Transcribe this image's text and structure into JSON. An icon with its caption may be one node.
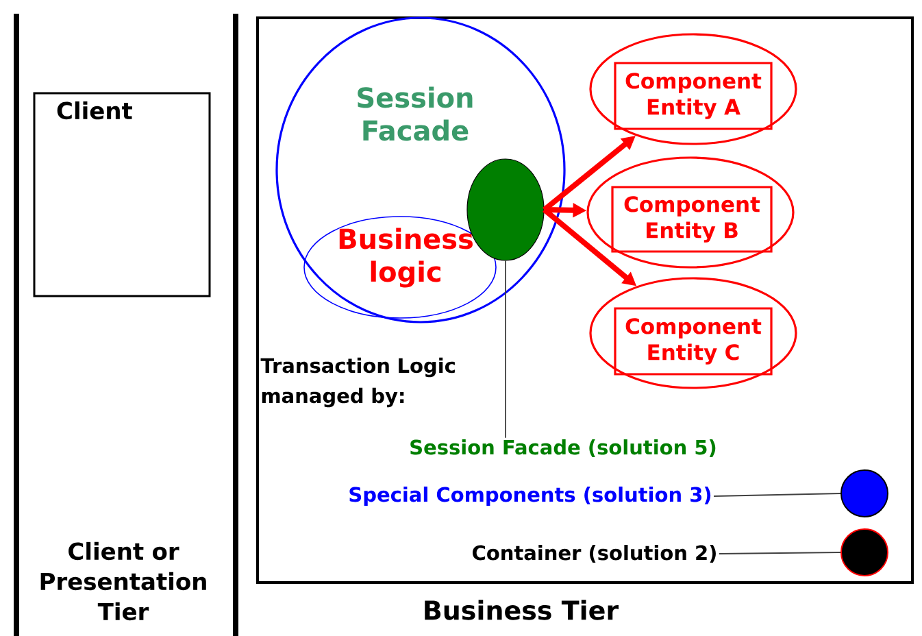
{
  "diagram": {
    "nodes": [
      {
        "text": [
          "Client"
        ]
      },
      {
        "text": [
          "Business Tier"
        ]
      },
      {
        "text": [
          "Session Facade"
        ],
        "in": 1
      },
      {
        "text": [
          "Business logic"
        ],
        "in": 2
      },
      {
        "text": [],
        "shape": "ellipse",
        "in": 2
      },
      {
        "text": [],
        "shape": "ellipse",
        "in": 1
      },
      {
        "text": [
          "Component Entity A"
        ],
        "in": 5
      },
      {
        "text": [],
        "shape": "ellipse",
        "in": 1
      },
      {
        "text": [
          "Component Entity B"
        ],
        "in": 7
      },
      {
        "text": [],
        "shape": "ellipse",
        "in": 1
      },
      {
        "text": [
          "Component Entity C"
        ],
        "in": 9
      },
      {
        "text": [
          "Session Facade (solution 5)"
        ],
        "in": 1
      },
      {
        "text": [
          "Special Components (solution 3)"
        ],
        "in": 1
      },
      {
        "text": [],
        "shape": "circle",
        "in": 1
      },
      {
        "text": [
          "Container (solution 2)"
        ],
        "in": 1
      },
      {
        "text": [],
        "shape": "circle",
        "in": 1
      }
    ],
    "edges": [
      {
        "from": 4,
        "to": 5,
        "arrow": "to",
        "style": "thick",
        "color": "#ff0000"
      },
      {
        "from": 4,
        "to": 7,
        "arrow": "to",
        "style": "thick",
        "color": "#ff0000"
      },
      {
        "from": 4,
        "to": 9,
        "arrow": "to",
        "style": "thick",
        "color": "#ff0000"
      },
      {
        "from": 4,
        "to": 11,
        "arrow": "none",
        "color": "#404040"
      },
      {
        "from": 12,
        "to": 13,
        "arrow": "none",
        "color": "#404040"
      },
      {
        "from": 14,
        "to": 15,
        "arrow": "none",
        "color": "#404040"
      }
    ],
    "labels": [
      "Transaction Logic managed by:",
      "Client or Presentation Tier"
    ]
  }
}
